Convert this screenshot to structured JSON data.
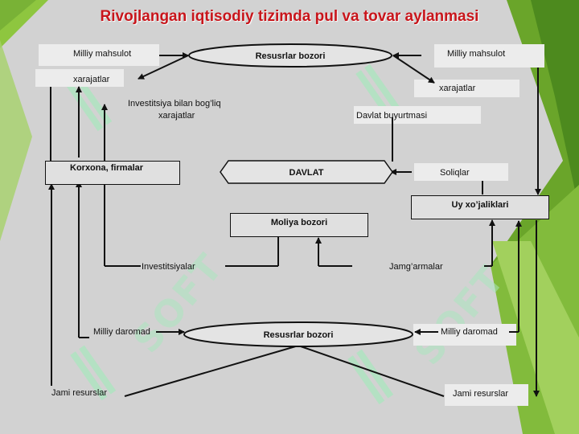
{
  "title": "Rivojlangan iqtisodiy tizimda pul va tovar aylanmasi",
  "labels": {
    "milliy_mahsulot_left": "Milliy mahsulot",
    "xarajatlar_left": "xarajatlar",
    "investitsiya_line1": "Investitsiya bilan bog’liq",
    "investitsiya_line2": "xarajatlar",
    "milliy_mahsulot_right": "Milliy mahsulot",
    "xarajatlar_right": "xarajatlar",
    "davlat_buyurtmasi": "Davlat buyurtmasi",
    "soliqlar": "Soliqlar",
    "investitsiyalar": "Investitsiyalar",
    "jamgarmalar": "Jamg’armalar",
    "milliy_daromad_left": "Milliy daromad",
    "milliy_daromad_right": "Milliy daromad",
    "jami_resurslar_left": "Jami resurslar",
    "jami_resurslar_right": "Jami resurslar"
  },
  "nodes": {
    "resurslar_bozori_top": "Resusrlar bozori",
    "korxona": "Korxona, firmalar",
    "davlat": "DAVLAT",
    "uy": "Uy xo’jaliklari",
    "moliya": "Moliya bozori",
    "resurslar_bozori_bottom": "Resusrlar bozori"
  },
  "watermark": "SOFT",
  "colors": {
    "title": "#c8151b",
    "background": "#d2d2d2",
    "accent_green": "#6aa52a"
  }
}
